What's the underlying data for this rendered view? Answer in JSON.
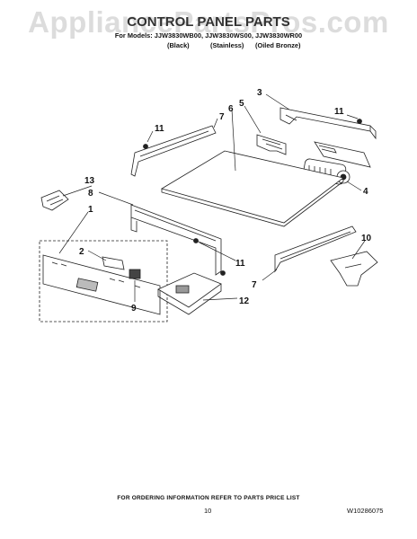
{
  "watermark": "AppliancePartsPros.com",
  "header": {
    "title": "CONTROL PANEL PARTS",
    "models": "For Models: JJW3830WB00, JJW3830WS00, JJW3830WR00",
    "finish_black": "(Black)",
    "finish_stainless": "(Stainless)",
    "finish_bronze": "(Oiled Bronze)"
  },
  "callouts": [
    "3",
    "11",
    "7",
    "6",
    "5",
    "11",
    "13",
    "8",
    "4",
    "1",
    "11",
    "10",
    "2",
    "7",
    "12",
    "9"
  ],
  "footer": {
    "note": "FOR ORDERING INFORMATION REFER TO PARTS PRICE LIST",
    "page": "10",
    "doc_number": "W10286075"
  }
}
